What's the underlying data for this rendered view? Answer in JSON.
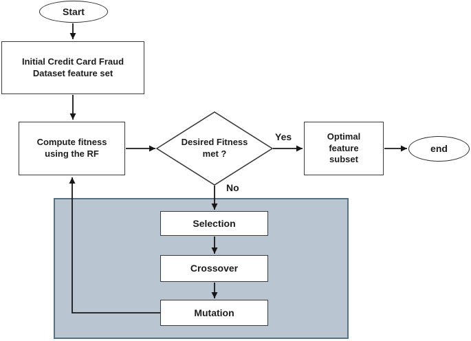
{
  "diagram": {
    "type": "flowchart",
    "nodes": {
      "start": {
        "label": "Start",
        "shape": "oval"
      },
      "initial": {
        "label": "Initial Credit Card Fraud\nDataset feature set",
        "shape": "rectangle"
      },
      "compute": {
        "label": "Compute fitness\nusing the RF",
        "shape": "rectangle"
      },
      "decision": {
        "label": "Desired Fitness\nmet ?",
        "shape": "diamond"
      },
      "optimal": {
        "label": "Optimal\nfeature\nsubset",
        "shape": "rectangle"
      },
      "end": {
        "label": "end",
        "shape": "oval"
      },
      "selection": {
        "label": "Selection",
        "shape": "rectangle"
      },
      "crossover": {
        "label": "Crossover",
        "shape": "rectangle"
      },
      "mutation": {
        "label": "Mutation",
        "shape": "rectangle"
      }
    },
    "edges": {
      "yes_label": "Yes",
      "no_label": "No"
    },
    "colors": {
      "group_fill": "#b9c6d2",
      "group_border": "#587181",
      "node_fill": "#ffffff",
      "node_border": "#3a3a3a",
      "line": "#161616",
      "text": "#1c1c1c"
    }
  }
}
